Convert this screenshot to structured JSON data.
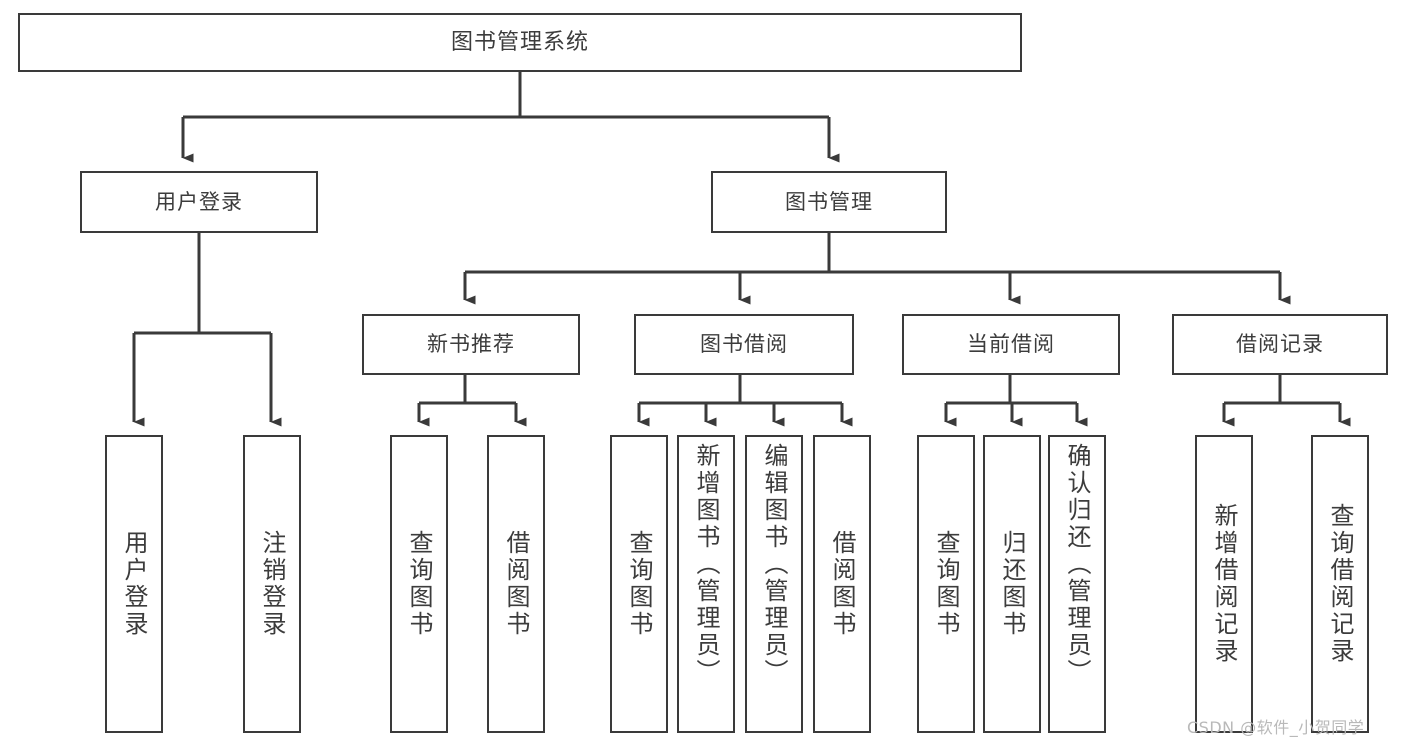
{
  "diagram": {
    "title": "图书管理系统",
    "type": "tree",
    "stroke_color": "#3a3a3a",
    "text_color": "#3c3c3c",
    "background_color": "#ffffff",
    "levels": [
      {
        "level": 0,
        "nodes": [
          {
            "id": "root",
            "label": "图书管理系统",
            "orientation": "horizontal"
          }
        ]
      },
      {
        "level": 1,
        "nodes": [
          {
            "id": "login",
            "label": "用户登录",
            "orientation": "horizontal",
            "parent": "root"
          },
          {
            "id": "bookmgmt",
            "label": "图书管理",
            "orientation": "horizontal",
            "parent": "root"
          }
        ]
      },
      {
        "level": 2,
        "nodes": [
          {
            "id": "newbooks",
            "label": "新书推荐",
            "orientation": "horizontal",
            "parent": "bookmgmt"
          },
          {
            "id": "borrow",
            "label": "图书借阅",
            "orientation": "horizontal",
            "parent": "bookmgmt"
          },
          {
            "id": "current",
            "label": "当前借阅",
            "orientation": "horizontal",
            "parent": "bookmgmt"
          },
          {
            "id": "records",
            "label": "借阅记录",
            "orientation": "horizontal",
            "parent": "bookmgmt"
          }
        ]
      },
      {
        "level": 3,
        "nodes": [
          {
            "id": "leaf1",
            "label": "用户登录",
            "orientation": "vertical",
            "parent": "login"
          },
          {
            "id": "leaf2",
            "label": "注销登录",
            "orientation": "vertical",
            "parent": "login"
          },
          {
            "id": "leaf3",
            "label": "查询图书",
            "orientation": "vertical",
            "parent": "newbooks"
          },
          {
            "id": "leaf4",
            "label": "借阅图书",
            "orientation": "vertical",
            "parent": "newbooks"
          },
          {
            "id": "leaf5",
            "label": "查询图书",
            "orientation": "vertical",
            "parent": "borrow"
          },
          {
            "id": "leaf6",
            "label": "新增图书（管理员）",
            "orientation": "vertical",
            "parent": "borrow"
          },
          {
            "id": "leaf7",
            "label": "编辑图书（管理员）",
            "orientation": "vertical",
            "parent": "borrow"
          },
          {
            "id": "leaf8",
            "label": "借阅图书",
            "orientation": "vertical",
            "parent": "borrow"
          },
          {
            "id": "leaf9",
            "label": "查询图书",
            "orientation": "vertical",
            "parent": "current"
          },
          {
            "id": "leaf10",
            "label": "归还图书",
            "orientation": "vertical",
            "parent": "current"
          },
          {
            "id": "leaf11",
            "label": "确认归还（管理员）",
            "orientation": "vertical",
            "parent": "current"
          },
          {
            "id": "leaf12",
            "label": "新增借阅记录",
            "orientation": "vertical",
            "parent": "records"
          },
          {
            "id": "leaf13",
            "label": "查询借阅记录",
            "orientation": "vertical",
            "parent": "records"
          }
        ]
      }
    ]
  },
  "watermark": {
    "text": "CSDN @软件_小贺同学"
  }
}
